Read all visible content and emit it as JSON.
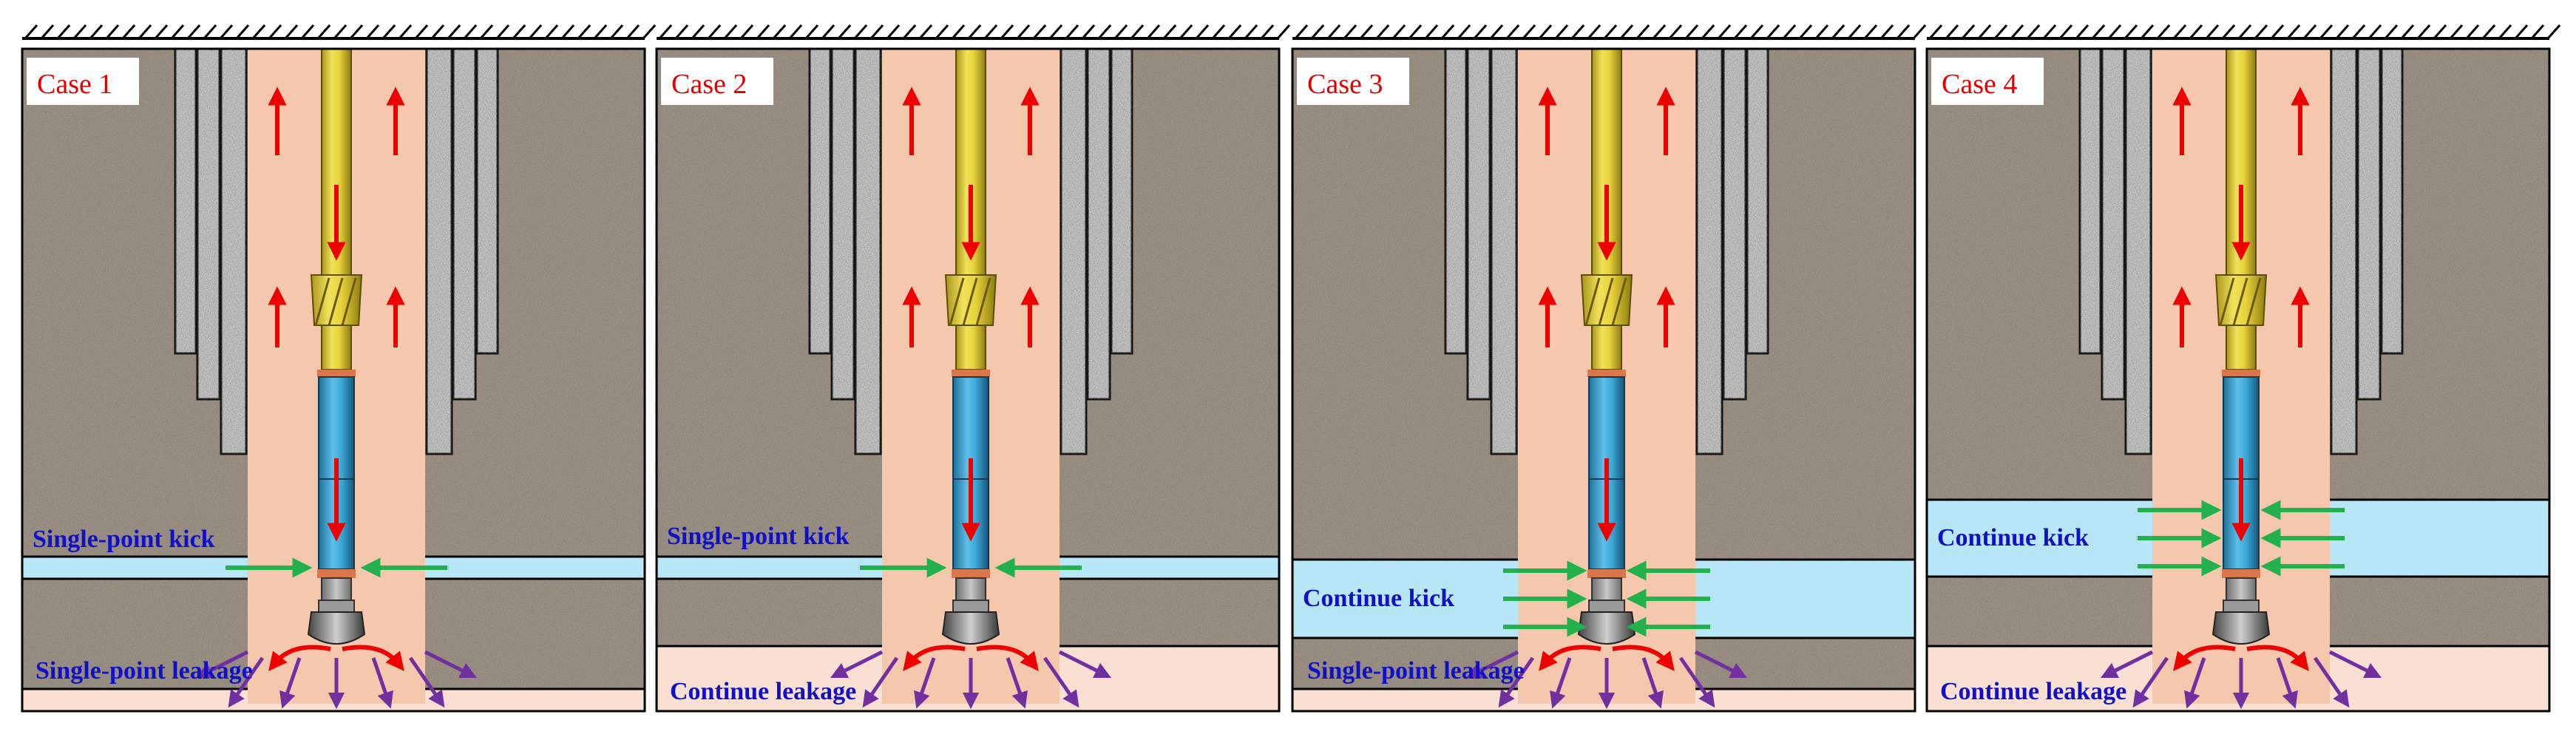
{
  "panels": [
    {
      "label": "Case 1",
      "kick_text": "Single-point kick",
      "leak_text": "Single-point leakage",
      "kick_type": "point",
      "leak_type": "point"
    },
    {
      "label": "Case 2",
      "kick_text": "Single-point kick",
      "leak_text": "Continue leakage",
      "kick_type": "point",
      "leak_type": "continuous"
    },
    {
      "label": "Case 3",
      "kick_text": "Continue kick",
      "leak_text": "Single-point leakage",
      "kick_type": "continuous",
      "leak_type": "point"
    },
    {
      "label": "Case 4",
      "kick_text": "Continue kick",
      "leak_text": "Continue leakage",
      "kick_type": "continuous",
      "leak_type": "continuous"
    }
  ],
  "colors": {
    "formation": "#8f8376",
    "mud": "#f5c8ad",
    "kick_zone": "#b7e6f6",
    "leak_zone": "#f9e0d2",
    "flow_arrow": "#ee0000",
    "kick_arrow": "#22b14c",
    "leak_arrow": "#7030a0",
    "label_text": "#e00000",
    "annotation_text": "#1010c8",
    "drill_pipe": "#e7d23a",
    "bha": "#3da6d4"
  },
  "icons": {
    "ground": "hatched-ground-icon",
    "casing": "casing-string-icon",
    "bit": "drill-bit-icon",
    "arrow_up": "arrow-up-icon",
    "arrow_down": "arrow-down-icon"
  }
}
